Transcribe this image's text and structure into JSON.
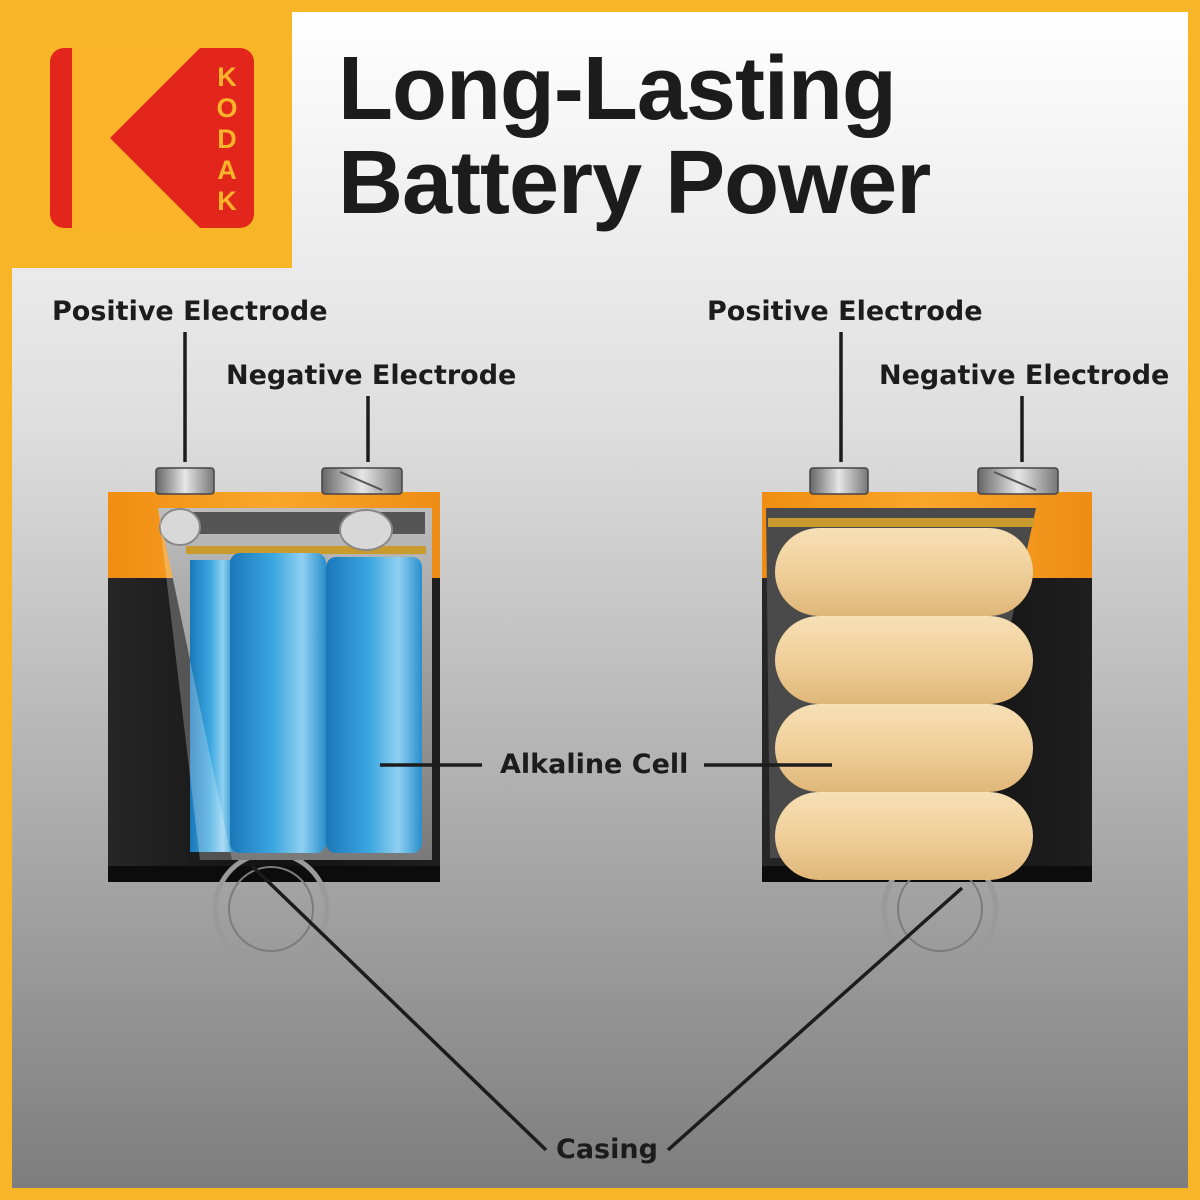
{
  "brand": {
    "name": "KODAK",
    "letters": [
      "K",
      "O",
      "D",
      "A",
      "K"
    ]
  },
  "title": {
    "line1": "Long-Lasting",
    "line2": "Battery Power"
  },
  "labels": {
    "positive_left": "Positive Electrode",
    "negative_left": "Negative Electrode",
    "positive_right": "Positive Electrode",
    "negative_right": "Negative Electrode",
    "alkaline_cell": "Alkaline Cell",
    "casing": "Casing"
  },
  "colors": {
    "border": "#f9b528",
    "kodak_red": "#e3261c",
    "kodak_yellow": "#fbb429",
    "battery_orange": "#f49a1c",
    "battery_black": "#141414",
    "cell_blue": "#2b9ad6",
    "cell_cream": "#efcf9a"
  },
  "icons": {
    "logo": "kodak-logo-icon",
    "seal": "shelf-life-seal-icon"
  }
}
